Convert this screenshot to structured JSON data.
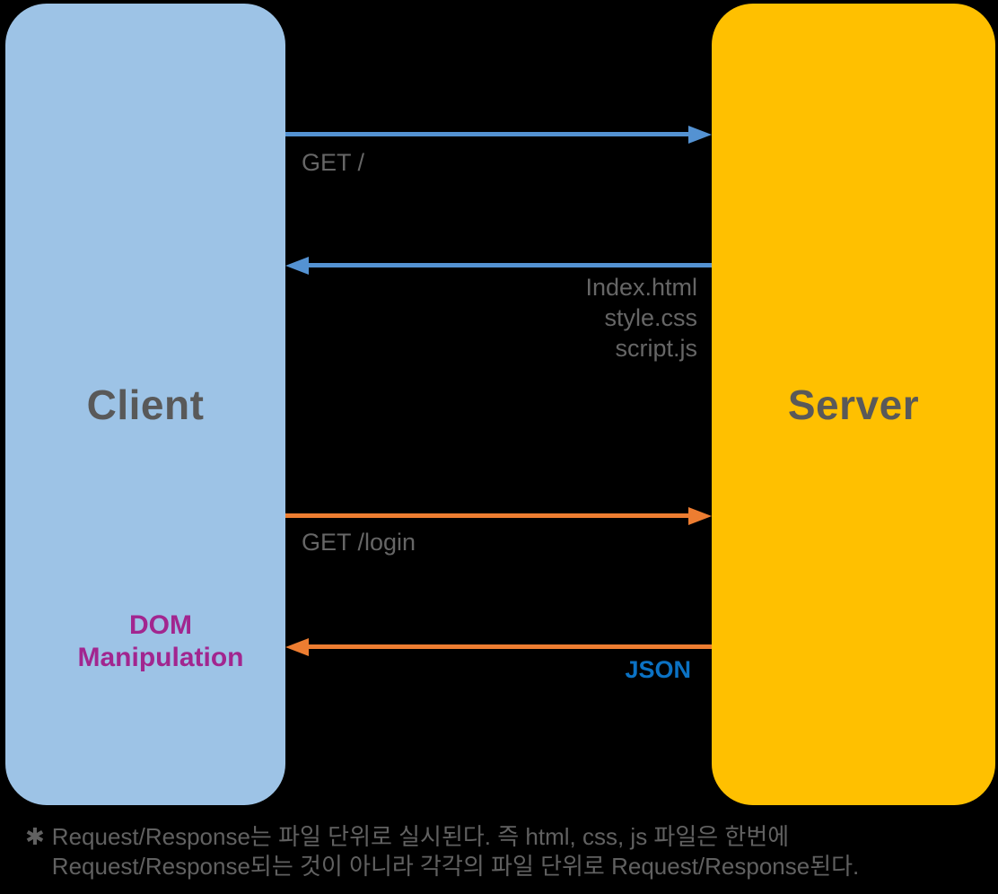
{
  "colors": {
    "background": "#000000",
    "client_box": "#9DC3E6",
    "server_box": "#FFC000",
    "http_arrow": "#5492D2",
    "ajax_arrow": "#ED7D31",
    "title_text": "#595959",
    "label_text": "#666666",
    "dom_text": "#A2268F",
    "json_text": "#0B72C4"
  },
  "client": {
    "title": "Client"
  },
  "server": {
    "title": "Server"
  },
  "flow1": {
    "request_label": "GET /",
    "response_files": [
      "Index.html",
      "style.css",
      "script.js"
    ]
  },
  "flow2": {
    "request_label": "GET /login",
    "response_label": "JSON"
  },
  "dom_manipulation": {
    "line1": "DOM",
    "line2": "Manipulation"
  },
  "note": {
    "bullet": "✱",
    "line1": "Request/Response는 파일 단위로 실시된다. 즉 html, css, js 파일은 한번에",
    "line2": "Request/Response되는 것이 아니라 각각의 파일 단위로 Request/Response된다."
  }
}
